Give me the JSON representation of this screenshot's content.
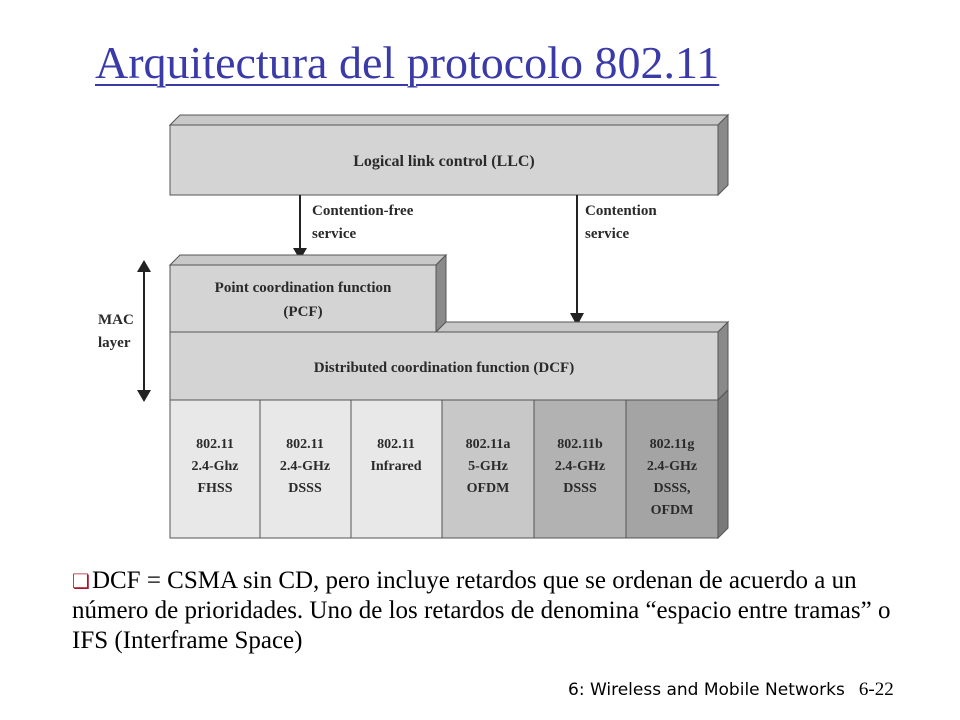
{
  "title": "Arquitectura del protocolo 802.11",
  "diagram": {
    "llc": "Logical link control (LLC)",
    "contention_free": [
      "Contention-free",
      "service"
    ],
    "contention": [
      "Contention",
      "service"
    ],
    "mac_layer": [
      "MAC",
      "layer"
    ],
    "pcf": [
      "Point coordination function",
      "(PCF)"
    ],
    "dcf": "Distributed coordination function (DCF)",
    "phy_boxes": [
      [
        "802.11",
        "2.4-Ghz",
        "FHSS"
      ],
      [
        "802.11",
        "2.4-GHz",
        "DSSS"
      ],
      [
        "802.11",
        "Infrared"
      ],
      [
        "802.11a",
        "5-GHz",
        "OFDM"
      ],
      [
        "802.11b",
        "2.4-GHz",
        "DSSS"
      ],
      [
        "802.11g",
        "2.4-GHz",
        "DSSS,",
        "OFDM"
      ]
    ]
  },
  "bullet": "DCF = CSMA sin CD, pero incluye retardos que se ordenan de acuerdo a un número de prioridades. Uno de los retardos de denomina “espacio entre tramas” o IFS (Interframe Space)",
  "footer": {
    "chapter": "6: Wireless and Mobile Networks",
    "page": "6-22"
  }
}
